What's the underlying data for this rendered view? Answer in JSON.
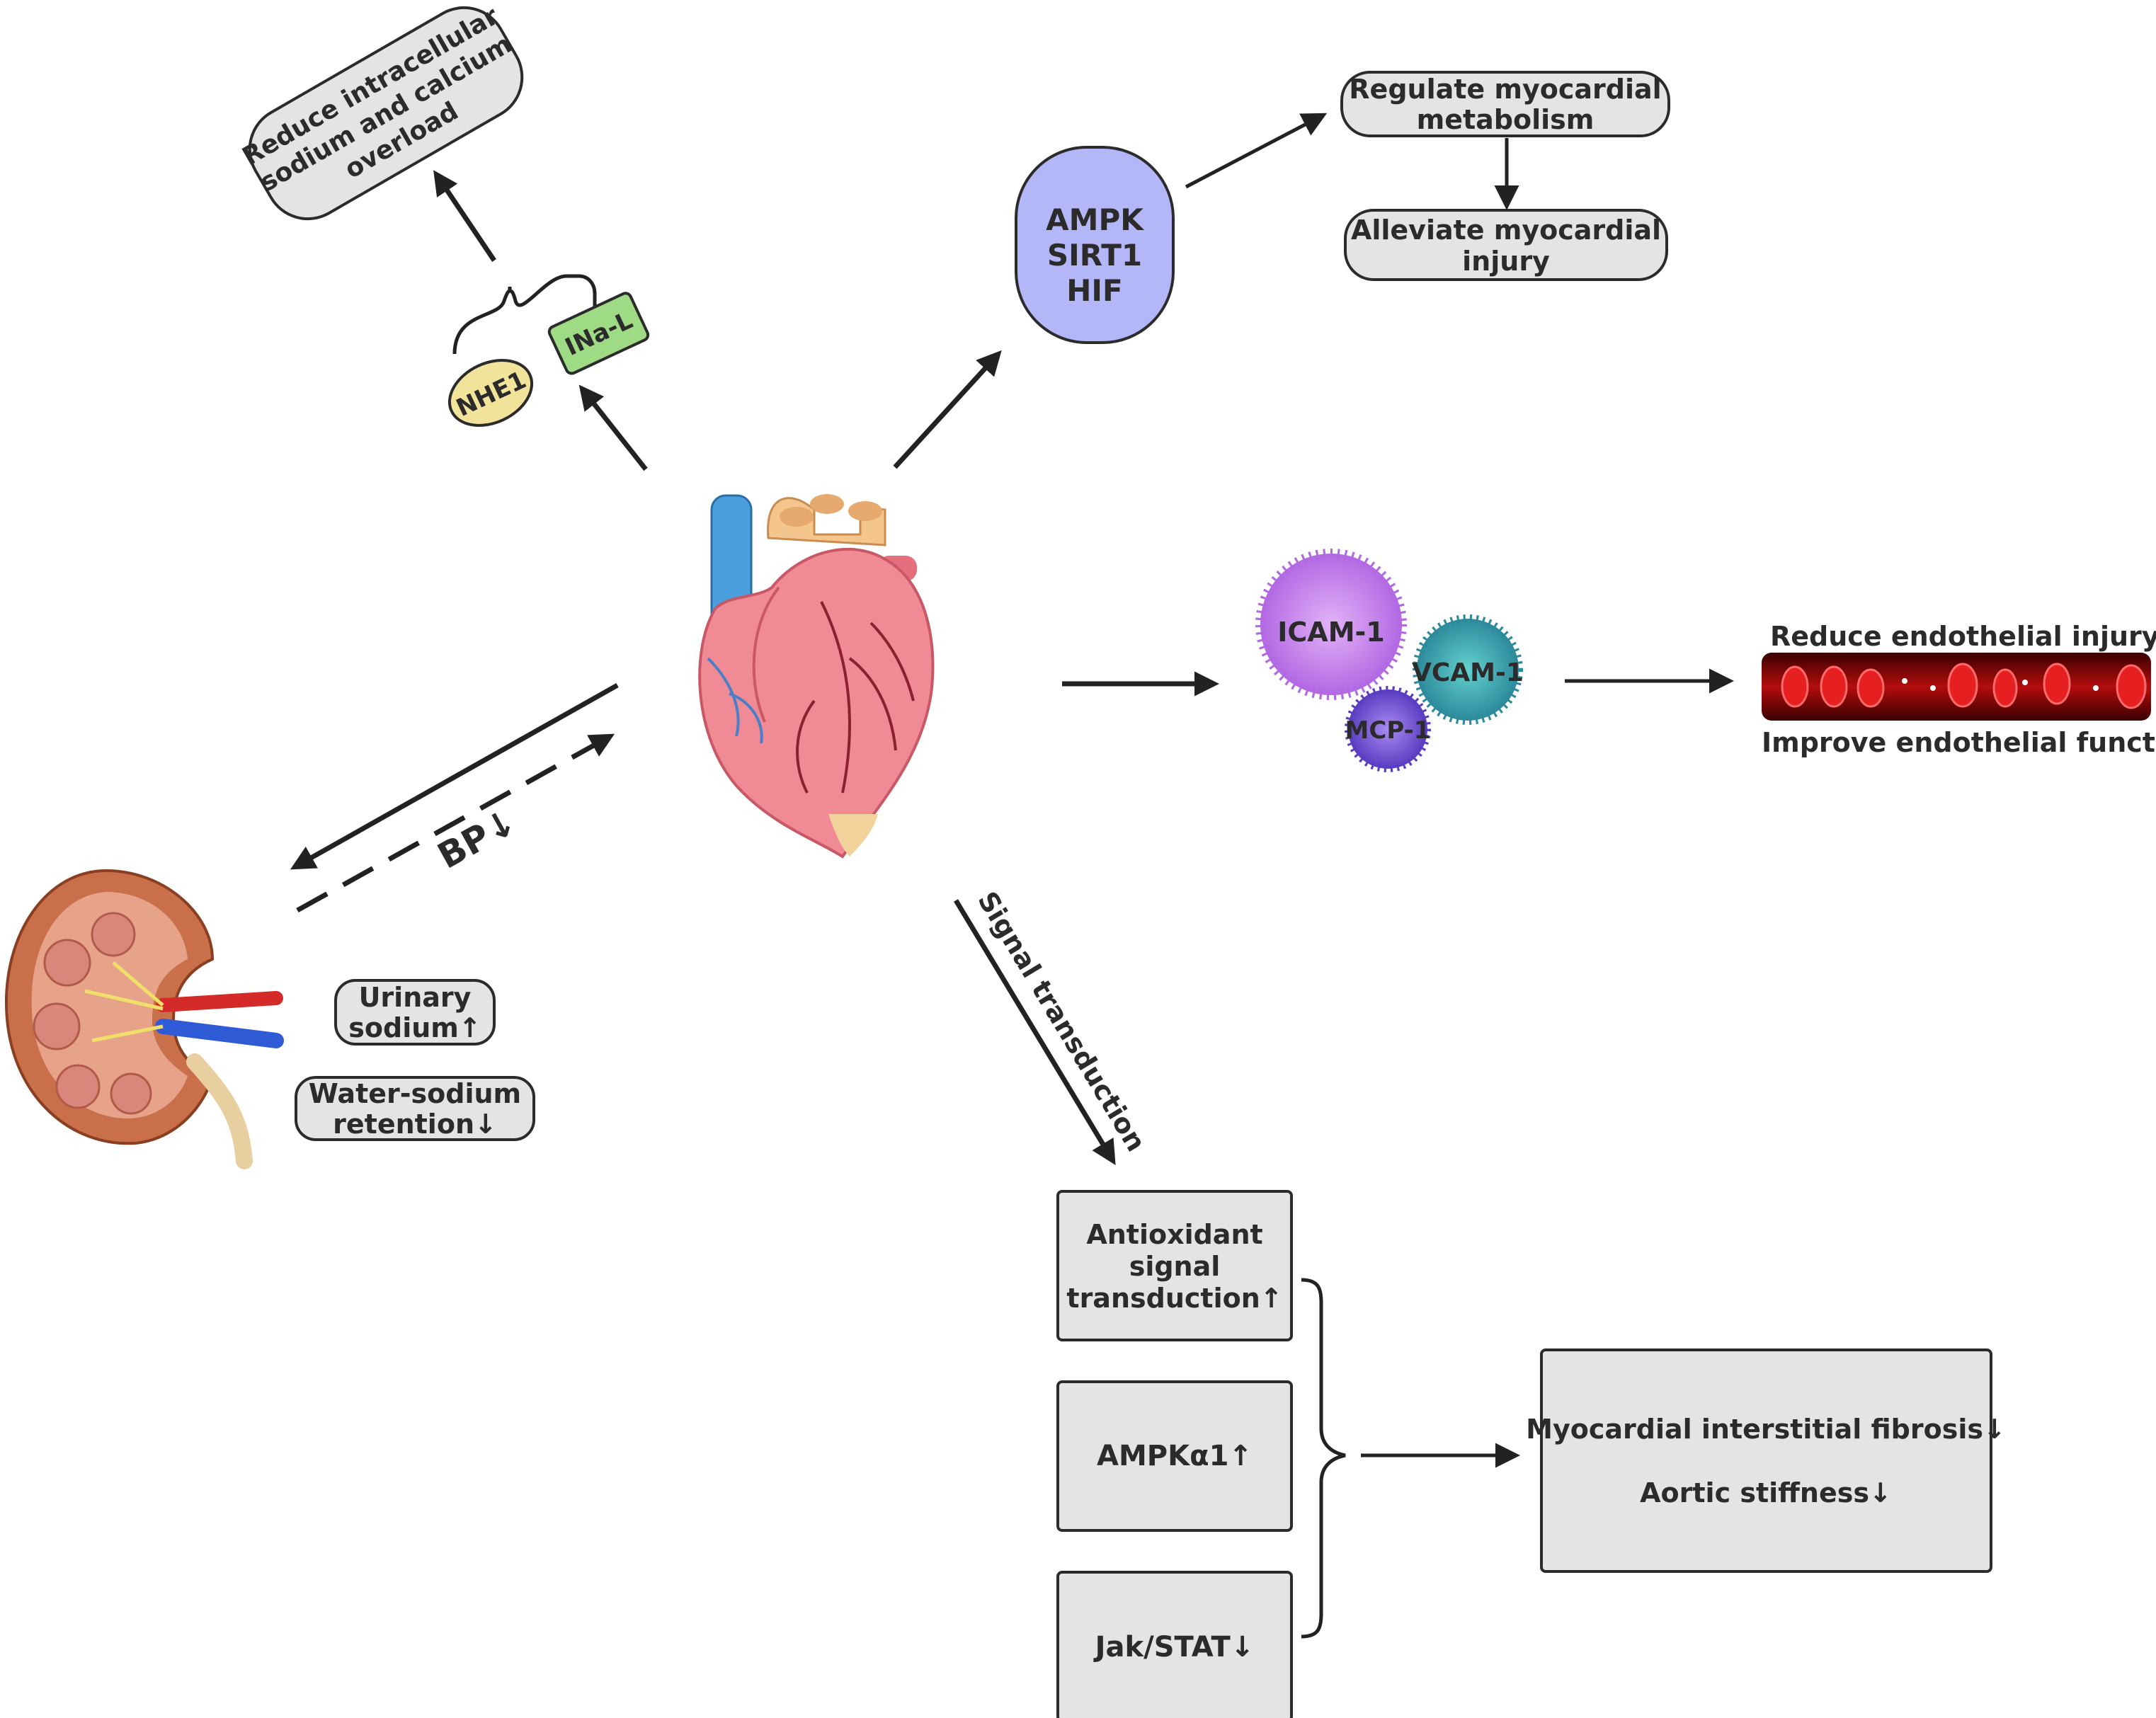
{
  "na_branch": {
    "result": [
      "Reduce intracellular",
      "sodium and calcium",
      "overload"
    ],
    "nhe1": "NHE1",
    "ina": "INa-L"
  },
  "metabolic_branch": {
    "pathways": [
      "AMPK",
      "SIRT1",
      "HIF"
    ],
    "regulate": [
      "Regulate myocardial",
      "metabolism"
    ],
    "alleviate": [
      "Alleviate myocardial",
      "injury"
    ]
  },
  "endothelial_branch": {
    "icam": "ICAM-1",
    "vcam": "VCAM-1",
    "mcp": "MCP-1",
    "reduce": "Reduce endothelial injury",
    "improve": "Improve endothelial function"
  },
  "renal_branch": {
    "bp": "BP↓",
    "urinary": [
      "Urinary",
      "sodium↑"
    ],
    "water": [
      "Water-sodium",
      "retention↓"
    ]
  },
  "signal_branch": {
    "label": "Signal transduction",
    "antioxidant": [
      "Antioxidant",
      "signal",
      "transduction↑"
    ],
    "ampk": "AMPKα1↑",
    "jak": "Jak/STAT↓",
    "outcome1": "Myocardial interstitial fibrosis↓",
    "outcome2": "Aortic stiffness↓"
  },
  "colors": {
    "ampk_box": "#b3b6f7",
    "nhe1": "#f2e39a",
    "ina": "#9fdb84",
    "icam": "#cf8ef0",
    "vcam": "#3fb1b5",
    "mcp": "#7b58d9"
  }
}
